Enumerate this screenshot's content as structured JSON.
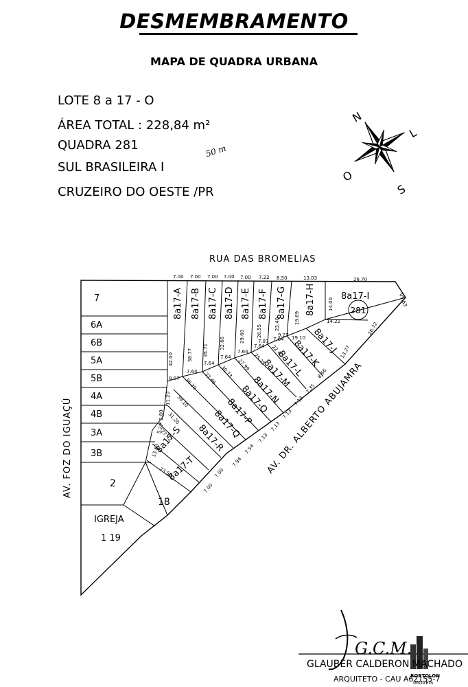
{
  "header": {
    "title": "DESMEMBRAMENTO",
    "subtitle": "MAPA DE QUADRA URBANA"
  },
  "info": {
    "lote": "LOTE  8  a 17 - O",
    "area": "ÁREA TOTAL :  228,84 m²",
    "quadra": "QUADRA 281",
    "bairro": "SUL BRASILEIRA I",
    "cidade": "CRUZEIRO DO OESTE /PR",
    "note": "50 m"
  },
  "compass": {
    "n": "N",
    "l": "L",
    "o": "O",
    "s": "S"
  },
  "map": {
    "streets": {
      "north": "RUA DAS BROMELIAS",
      "west": "AV. FOZ DO IGUAÇÚ",
      "east": "AV. DR. ALBERTO ABUJAMRA"
    },
    "block_number": "281",
    "left_lots": [
      "7",
      "6A",
      "6B",
      "5A",
      "5B",
      "4A",
      "4B",
      "3A",
      "3B"
    ],
    "lot_2": "2",
    "lot_18": "18",
    "igreja": "IGREJA",
    "igreja_lots": "1   19",
    "top_lots": [
      "8a17-A",
      "8a17-B",
      "8a17-C",
      "8a17-D",
      "8a17-E",
      "8a17-F",
      "8a17-G",
      "8a17-H",
      "8a17-I"
    ],
    "diag_lots": [
      "8a17-J",
      "8a17-K",
      "8a17-L",
      "8a17-M",
      "8a17-N",
      "8a17-O",
      "8a17-P",
      "8a17-Q",
      "8a17-R",
      "8a17-S",
      "8a17-T"
    ],
    "top_dims": [
      "7.00",
      "7.00",
      "7.00",
      "7.00",
      "7.00",
      "7.22",
      "8.50",
      "13.03",
      "26.70",
      "05.63"
    ],
    "side_dims": [
      "42.00",
      "38.77",
      "35.71",
      "32.66",
      "29.60",
      "26.55",
      "23.40",
      "19.69",
      "14.00"
    ],
    "east_dims": [
      "26.72",
      "13.27",
      "8.66",
      "7.35",
      "7.13",
      "7.13",
      "7.13",
      "7.13",
      "7.54",
      "7.94",
      "7.00",
      "7.00"
    ],
    "inner_dims": [
      "14.22",
      "19.10",
      "9.27",
      "7.87",
      "22.42",
      "25.25",
      "27.99",
      "30.73",
      "33.46",
      "36.20",
      "39.10",
      "31.20",
      "27.42",
      "23.56",
      "11.20",
      "2.80",
      "5.27",
      "13.53",
      "8.07",
      "7.64",
      "7.64",
      "7.64",
      "7.64",
      "7.64",
      "7.64"
    ]
  },
  "signature": {
    "initials": "G.C.M.",
    "name": "GLAUBER CALDERON MACHADO",
    "role": "ARQUITETO - CAU A62155-7",
    "logo": "BORTOLON",
    "logo_sub": "IMÓVEIS"
  }
}
